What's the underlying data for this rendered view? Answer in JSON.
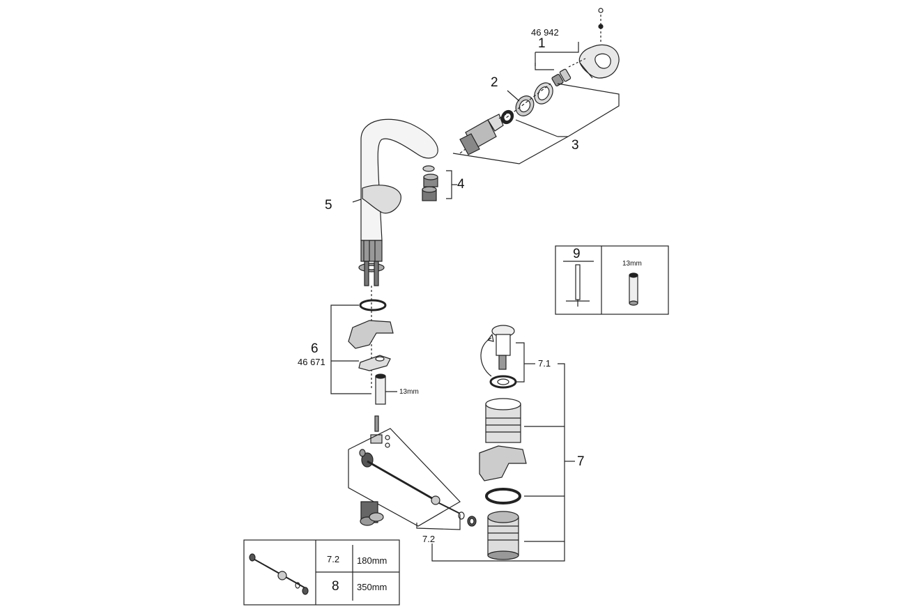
{
  "callouts": {
    "p1": "1",
    "p1_code": "46 942",
    "p2": "2",
    "p3": "3",
    "p4": "4",
    "p5": "5",
    "p6": "6",
    "p6_code": "46 671",
    "p6_wrench": "13mm",
    "p7": "7",
    "p7_1": "7.1",
    "p7_2": "7.2"
  },
  "tool_box": {
    "number": "9",
    "size": "13mm"
  },
  "rod_table": {
    "rows": [
      {
        "part": "7.2",
        "length": "180mm"
      },
      {
        "part": "8",
        "length": "350mm"
      }
    ]
  }
}
